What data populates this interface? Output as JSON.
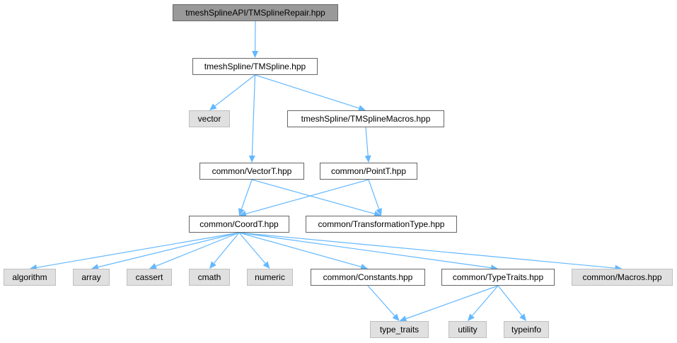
{
  "graph": {
    "edge_color": "#63b8ff",
    "nodes": {
      "root": {
        "label": "tmeshSplineAPI/TMSplineRepair.hpp",
        "kind": "root"
      },
      "tmspline": {
        "label": "tmeshSpline/TMSpline.hpp",
        "kind": "file"
      },
      "vector": {
        "label": "vector",
        "kind": "external"
      },
      "macros_tm": {
        "label": "tmeshSpline/TMSplineMacros.hpp",
        "kind": "file"
      },
      "vectort": {
        "label": "common/VectorT.hpp",
        "kind": "file"
      },
      "pointt": {
        "label": "common/PointT.hpp",
        "kind": "file"
      },
      "coordt": {
        "label": "common/CoordT.hpp",
        "kind": "file"
      },
      "transtype": {
        "label": "common/TransformationType.hpp",
        "kind": "file"
      },
      "algorithm": {
        "label": "algorithm",
        "kind": "external"
      },
      "array": {
        "label": "array",
        "kind": "external"
      },
      "cassert": {
        "label": "cassert",
        "kind": "external"
      },
      "cmath": {
        "label": "cmath",
        "kind": "external"
      },
      "numeric": {
        "label": "numeric",
        "kind": "external"
      },
      "constants": {
        "label": "common/Constants.hpp",
        "kind": "file"
      },
      "typetraits": {
        "label": "common/TypeTraits.hpp",
        "kind": "file"
      },
      "cmacros": {
        "label": "common/Macros.hpp",
        "kind": "external"
      },
      "type_traits": {
        "label": "type_traits",
        "kind": "external"
      },
      "utility": {
        "label": "utility",
        "kind": "external"
      },
      "typeinfo": {
        "label": "typeinfo",
        "kind": "external"
      }
    },
    "edges": [
      [
        "root",
        "tmspline"
      ],
      [
        "tmspline",
        "vector"
      ],
      [
        "tmspline",
        "macros_tm"
      ],
      [
        "tmspline",
        "vectort"
      ],
      [
        "macros_tm",
        "pointt"
      ],
      [
        "vectort",
        "coordt"
      ],
      [
        "vectort",
        "transtype"
      ],
      [
        "pointt",
        "coordt"
      ],
      [
        "pointt",
        "transtype"
      ],
      [
        "coordt",
        "algorithm"
      ],
      [
        "coordt",
        "array"
      ],
      [
        "coordt",
        "cassert"
      ],
      [
        "coordt",
        "cmath"
      ],
      [
        "coordt",
        "numeric"
      ],
      [
        "coordt",
        "constants"
      ],
      [
        "coordt",
        "typetraits"
      ],
      [
        "coordt",
        "cmacros"
      ],
      [
        "constants",
        "type_traits"
      ],
      [
        "typetraits",
        "type_traits"
      ],
      [
        "typetraits",
        "utility"
      ],
      [
        "typetraits",
        "typeinfo"
      ]
    ]
  }
}
